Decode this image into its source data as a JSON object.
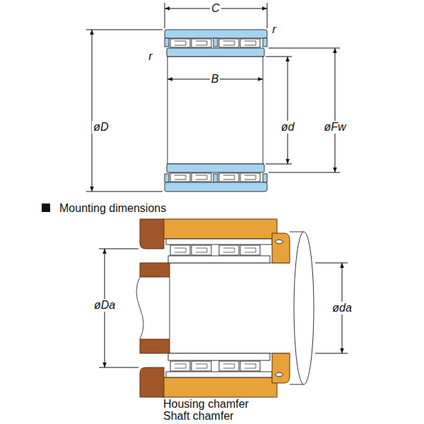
{
  "diagram": {
    "labels": [
      "C",
      "r",
      "r",
      "B",
      "øD",
      "ød",
      "øFw",
      "Mounting dimensions",
      "øDa",
      "øda",
      "Housing chamfer",
      "Shaft chamfer"
    ]
  }
}
